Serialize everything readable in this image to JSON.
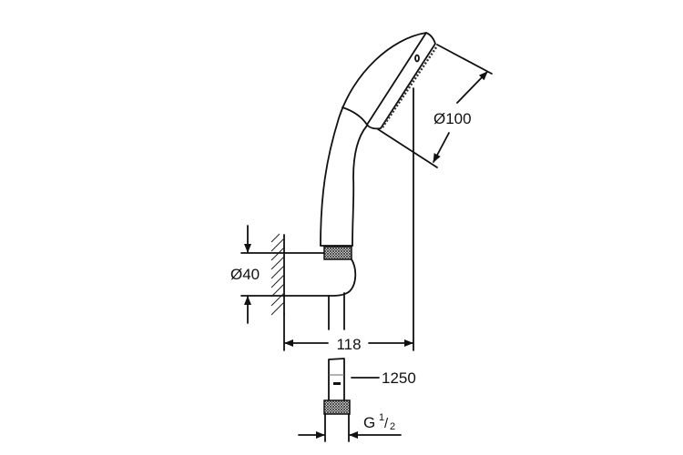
{
  "dimensions": {
    "head_diameter": "Ø100",
    "holder_diameter": "Ø40",
    "projection": "118",
    "hose_length": "1250",
    "thread_prefix": "G",
    "thread_num": "1",
    "thread_den": "2"
  },
  "colors": {
    "line": "#111111",
    "background": "#ffffff"
  }
}
